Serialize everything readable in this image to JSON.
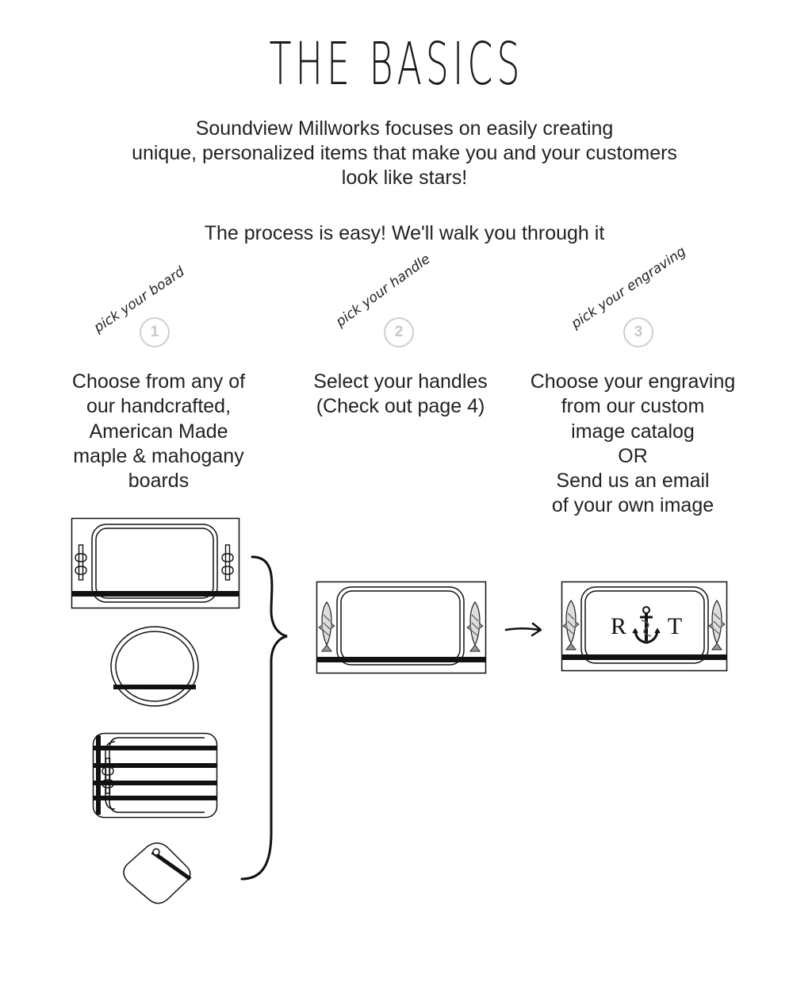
{
  "title": "THE BASICS",
  "intro": {
    "lines": [
      "Soundview Millworks focuses on easily creating",
      "unique, personalized items that make you and your customers",
      "look like stars!"
    ],
    "process": "The process is easy! We'll walk you through it"
  },
  "steps": [
    {
      "script_label": "pick your board",
      "number": "1",
      "description": [
        "Choose from any of",
        "our handcrafted,",
        "American Made",
        "maple & mahogany",
        "boards"
      ]
    },
    {
      "script_label": "pick your handle",
      "number": "2",
      "description": [
        "Select your handles",
        "(Check out page 4)"
      ]
    },
    {
      "script_label": "pick your engraving",
      "number": "3",
      "description": [
        "Choose your engraving",
        "from our custom",
        "image catalog",
        "OR",
        "Send us an email",
        "of your own image"
      ]
    }
  ],
  "illustrations": {
    "board_options": [
      "rectangular-tray-with-cleat-handles",
      "round-board",
      "striped-tray-board",
      "small-square-board"
    ],
    "handle_preview": "tray-with-fish-handles",
    "engraving_preview": {
      "monogram_left": "R",
      "monogram_right": "T",
      "motif": "anchor-icon"
    }
  }
}
